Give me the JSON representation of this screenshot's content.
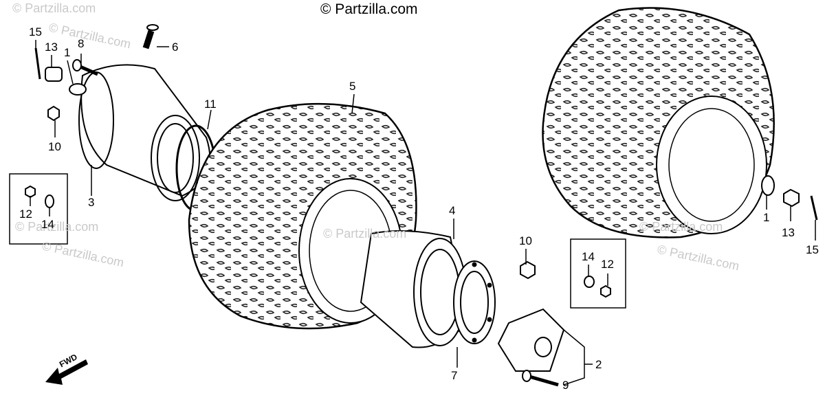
{
  "diagram": {
    "copyright": "© Partzilla.com",
    "watermark_text": "© Partzilla.com",
    "direction_label": "FWD",
    "part_numbers": {
      "p1_left": "1",
      "p1_right": "1",
      "p2": "2",
      "p3": "3",
      "p4": "4",
      "p5": "5",
      "p6": "6",
      "p7": "7",
      "p8": "8",
      "p9": "9",
      "p10_left": "10",
      "p10_center": "10",
      "p11": "11",
      "p12_left": "12",
      "p12_right": "12",
      "p13_left": "13",
      "p13_right": "13",
      "p14_left": "14",
      "p14_right": "14",
      "p15_left": "15",
      "p15_right": "15"
    }
  }
}
